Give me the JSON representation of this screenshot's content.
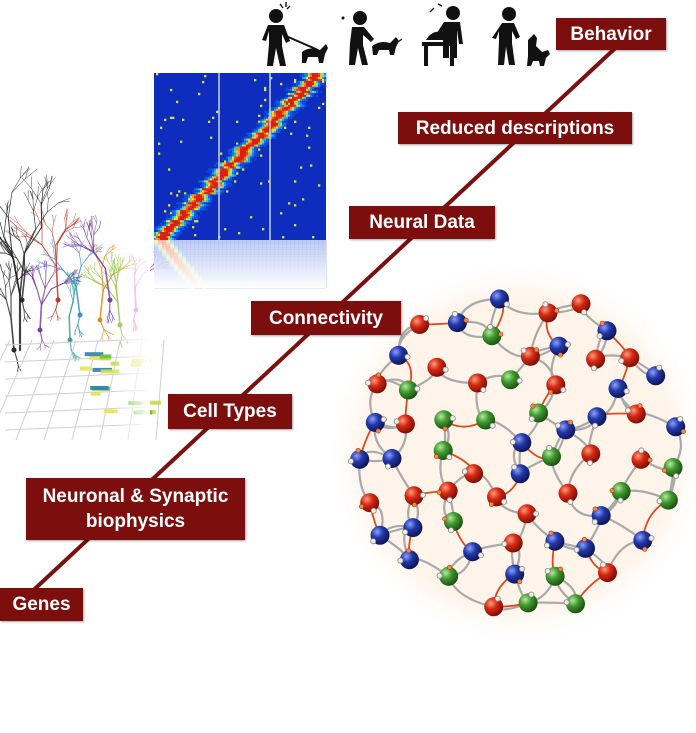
{
  "levels": {
    "behavior": "Behavior",
    "reduced_descriptions": "Reduced descriptions",
    "neural_data": "Neural Data",
    "connectivity": "Connectivity",
    "cell_types": "Cell Types",
    "neuronal_line1": "Neuronal & Synaptic",
    "neuronal_line2": "biophysics",
    "genes": "Genes"
  },
  "colors": {
    "label_bg": "#7d0e0e",
    "diagonal": "#7a1010",
    "node_red": "#c8200f",
    "node_green": "#3f8f2c",
    "node_blue": "#1f2f95",
    "wire_gray": "#a9a9a9",
    "wire_orange": "#e0481a"
  },
  "icons": [
    "dog-walking-icon",
    "dog-feeding-icon",
    "dog-grooming-icon",
    "dog-training-icon"
  ]
}
